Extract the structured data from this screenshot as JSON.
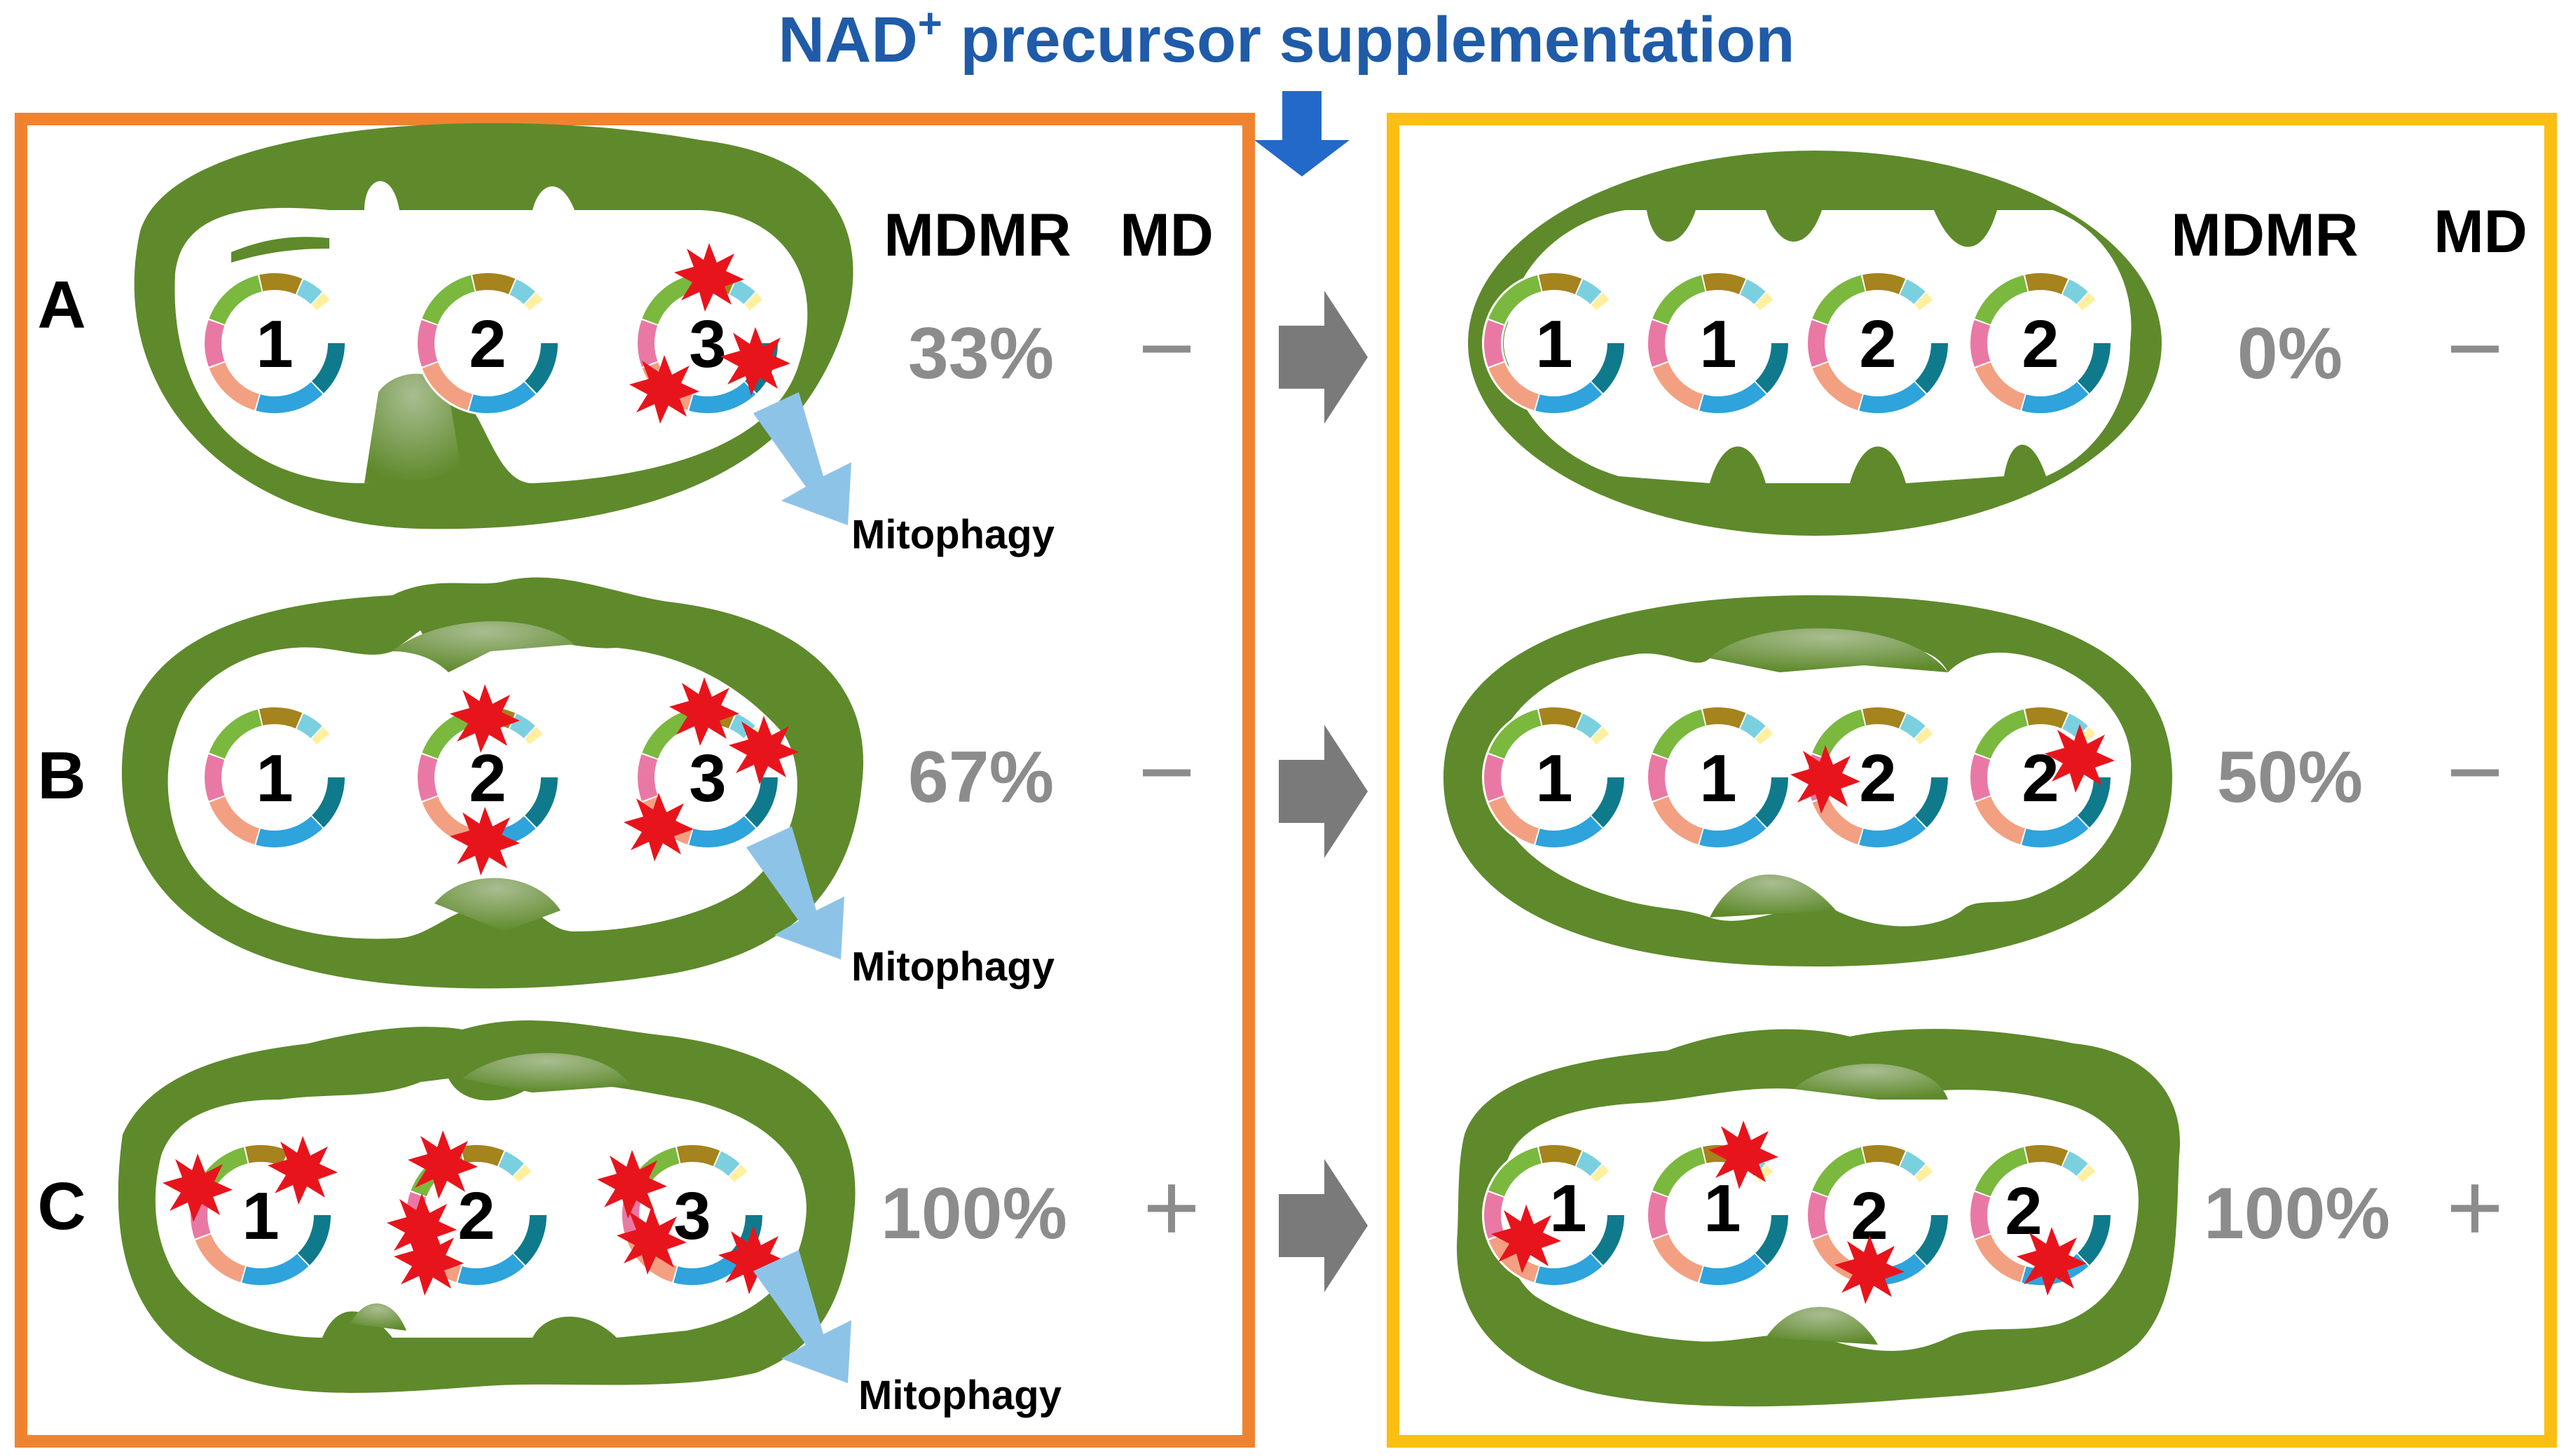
{
  "header": {
    "title_main": "NAD",
    "title_sup": "+",
    "title_rest": " precursor supplementation"
  },
  "columns": {
    "mdmr": "MDMR",
    "md": "MD"
  },
  "colors": {
    "left_frame": "#f08330",
    "right_frame": "#fbbe12",
    "mito_green": "#5e8a2b",
    "damage": "#e8141c",
    "mitophagy_arrow": "#8ec3e8",
    "arrow_gray": "#7a7a7a"
  },
  "mitophagy_label": "Mitophagy",
  "rows": [
    {
      "label": "A",
      "left": {
        "mdmr": "33%",
        "md": "−",
        "genomes": [
          "1",
          "2",
          "3"
        ]
      },
      "right": {
        "mdmr": "0%",
        "md": "−",
        "genomes": [
          "1",
          "1",
          "2",
          "2"
        ]
      }
    },
    {
      "label": "B",
      "left": {
        "mdmr": "67%",
        "md": "−",
        "genomes": [
          "1",
          "2",
          "3"
        ]
      },
      "right": {
        "mdmr": "50%",
        "md": "−",
        "genomes": [
          "1",
          "1",
          "2",
          "2"
        ]
      }
    },
    {
      "label": "C",
      "left": {
        "mdmr": "100%",
        "md": "+",
        "genomes": [
          "1",
          "2",
          "3"
        ]
      },
      "right": {
        "mdmr": "100%",
        "md": "+",
        "genomes": [
          "1",
          "1",
          "2",
          "2"
        ]
      }
    }
  ]
}
